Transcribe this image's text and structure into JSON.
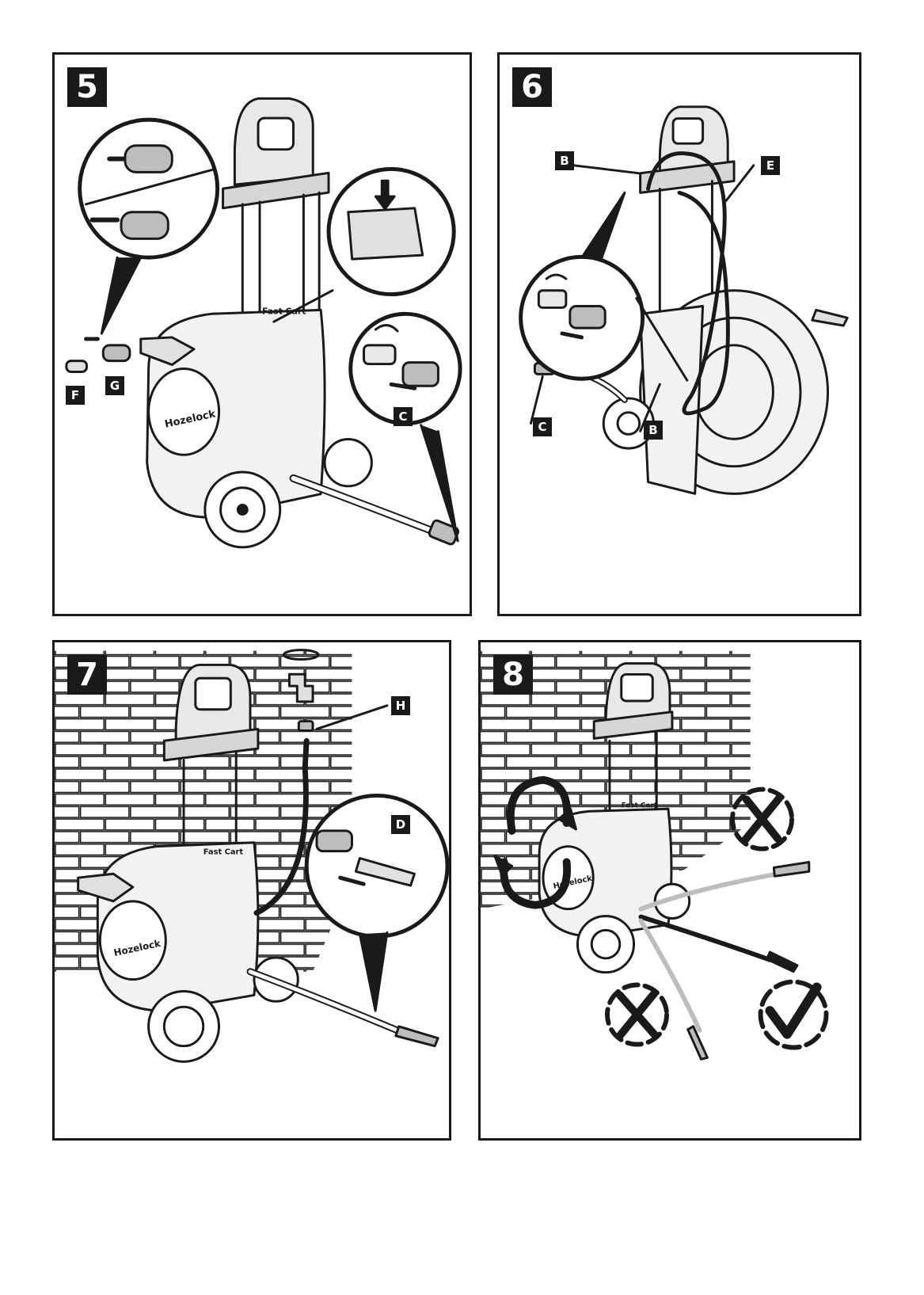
{
  "steps": [
    {
      "number": "5",
      "callouts": {
        "f": "F",
        "g": "G",
        "c": "C"
      },
      "brand": "Fast Cart",
      "logo": "Hozelock"
    },
    {
      "number": "6",
      "callouts": {
        "b1": "B",
        "e": "E",
        "c": "C",
        "b2": "B"
      }
    },
    {
      "number": "7",
      "callouts": {
        "h": "H",
        "d": "D"
      },
      "brand": "Fast Cart",
      "logo": "Hozelock"
    },
    {
      "number": "8",
      "brand": "Fast Cart",
      "logo": "Hozelock"
    }
  ],
  "colors": {
    "ink": "#1a1a1a",
    "paper": "#ffffff",
    "grey": "#bdbdbd"
  },
  "icons": [
    "hose-cart-illustration",
    "connector-icon",
    "push-arrow-icon",
    "rotate-arrow-icon",
    "tap-icon",
    "spray-nozzle-icon",
    "cross-mark-icon",
    "check-mark-icon",
    "brick-wall"
  ]
}
